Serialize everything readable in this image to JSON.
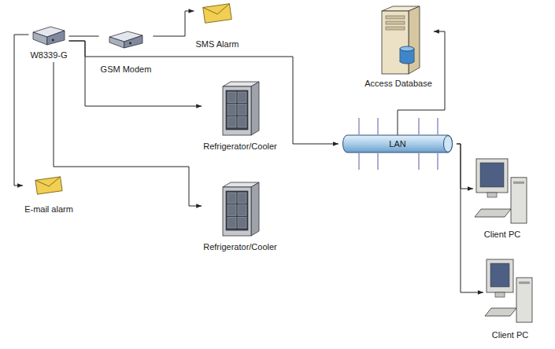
{
  "diagram": {
    "nodes": [
      {
        "text": [
          "W8339-G"
        ]
      },
      {
        "text": [
          "GSM Modem"
        ]
      },
      {
        "text": [
          "SMS Alarm"
        ]
      },
      {
        "text": [
          "Access Database"
        ]
      },
      {
        "text": [
          "Refrigerator/Cooler"
        ]
      },
      {
        "text": [
          "LAN"
        ]
      },
      {
        "text": [
          "Refrigerator/Cooler"
        ]
      },
      {
        "text": [
          "E-mail alarm"
        ]
      },
      {
        "text": [
          "Client PC"
        ]
      },
      {
        "text": [
          "Client PC"
        ]
      }
    ],
    "edges": [
      {
        "from": 0,
        "to": 1,
        "arrow": "none"
      },
      {
        "from": 1,
        "to": 2,
        "arrow": "to"
      },
      {
        "from": 0,
        "to": 7,
        "arrow": "to"
      },
      {
        "from": 0,
        "to": 4,
        "arrow": "to"
      },
      {
        "from": 0,
        "to": 6,
        "arrow": "to"
      },
      {
        "from": 0,
        "to": 5,
        "arrow": "to"
      },
      {
        "from": 5,
        "to": 3,
        "arrow": "to"
      },
      {
        "from": 5,
        "to": 8,
        "arrow": "to"
      },
      {
        "from": 5,
        "to": 9,
        "arrow": "to"
      }
    ]
  }
}
